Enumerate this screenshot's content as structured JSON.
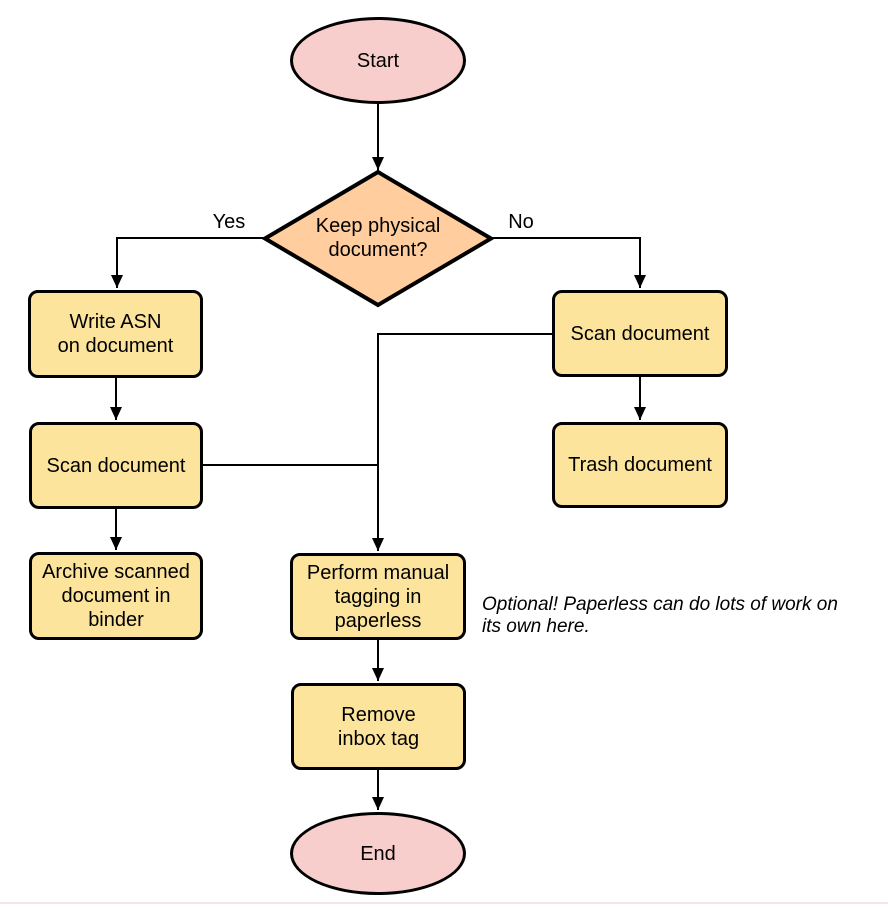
{
  "colors": {
    "background": "#FFFFFF",
    "terminal-fill": "#F8CECC",
    "decision-fill": "#FFCD9E",
    "process-fill": "#FCE49C",
    "shape-stroke": "#000000",
    "edge-stroke": "#000000",
    "text": "#000000",
    "footer-line": "#F3E6E6"
  },
  "flowchart": {
    "nodes": {
      "start": {
        "type": "terminal",
        "label": "Start"
      },
      "decision": {
        "type": "decision",
        "label": "Keep physical\ndocument?"
      },
      "write_asn": {
        "type": "process",
        "label": "Write ASN\non document"
      },
      "scan_left": {
        "type": "process",
        "label": "Scan document"
      },
      "archive": {
        "type": "process",
        "label": "Archive scanned\ndocument in\nbinder"
      },
      "scan_right": {
        "type": "process",
        "label": "Scan document"
      },
      "trash": {
        "type": "process",
        "label": "Trash document"
      },
      "perform_tagging": {
        "type": "process",
        "label": "Perform manual\ntagging in\npaperless"
      },
      "remove_inbox": {
        "type": "process",
        "label": "Remove\ninbox tag"
      },
      "end": {
        "type": "terminal",
        "label": "End"
      }
    },
    "edge_labels": {
      "yes": "Yes",
      "no": "No"
    },
    "annotation": {
      "text": "Optional! Paperless can do lots of work on\nits own here."
    }
  }
}
